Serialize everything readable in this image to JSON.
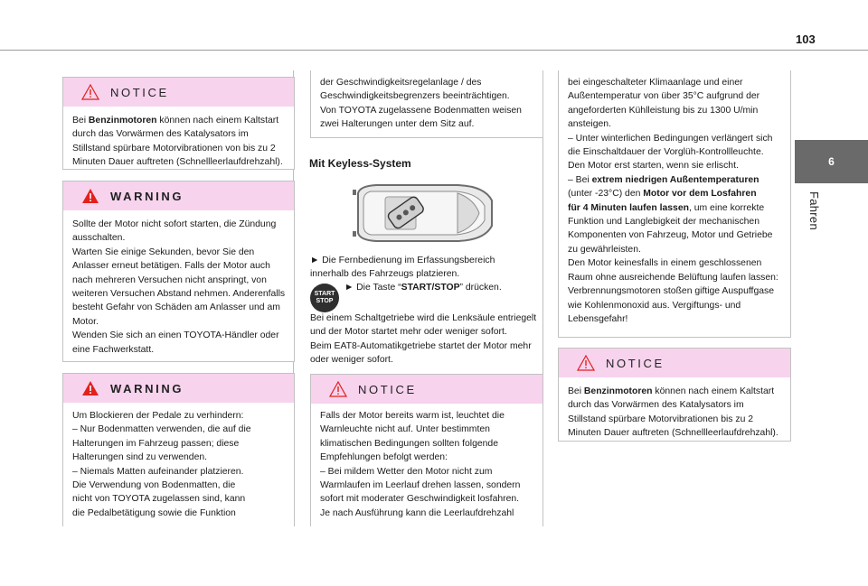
{
  "page": {
    "number": "103"
  },
  "chapter": {
    "tab_number": "6",
    "title": "Fahren"
  },
  "colors": {
    "notice_header": "#f7d3ee",
    "warning_triangle": "#e2211c",
    "tab_bg": "#6a6a6a"
  },
  "col1": {
    "notice": {
      "heading": "NOTICE",
      "line1_bold": "Benzinmotoren",
      "line1_pre": "Bei ",
      "line1_post": " können nach einem Kaltstart",
      "lines": [
        "durch das Vorwärmen des Katalysators im",
        "Stillstand spürbare Motorvibrationen von bis zu 2",
        "Minuten Dauer auftreten (Schnellleerlaufdrehzahl)."
      ]
    },
    "warning1": {
      "heading": "WARNING",
      "lines": [
        "Sollte der Motor nicht sofort starten, die Zündung",
        "ausschalten.",
        "Warten Sie einige Sekunden, bevor Sie den",
        "Anlasser erneut betätigen. Falls der Motor auch",
        "nach mehreren Versuchen nicht anspringt, von",
        "weiteren Versuchen Abstand nehmen. Anderenfalls",
        "besteht Gefahr von Schäden am Anlasser und am",
        "Motor.",
        "Wenden Sie sich an einen TOYOTA-Händler oder",
        "eine Fachwerkstatt."
      ]
    },
    "warning2": {
      "heading": "WARNING",
      "lines": [
        "Um Blockieren der Pedale zu verhindern:",
        "–  Nur Bodenmatten verwenden, die auf die",
        "Halterungen im Fahrzeug passen; diese",
        "Halterungen sind zu verwenden.",
        "–  Niemals Matten aufeinander platzieren.",
        "Die Verwendung von Bodenmatten, die",
        "nicht von TOYOTA zugelassen sind, kann",
        "die Pedalbetätigung sowie die Funktion"
      ]
    }
  },
  "col2": {
    "cont_box": {
      "lines": [
        "der Geschwindigkeitsregelanlage / des",
        "Geschwindigkeitsbegrenzers beeinträchtigen.",
        "Von TOYOTA zugelassene Bodenmatten weisen",
        "zwei Halterungen unter dem Sitz auf."
      ]
    },
    "section_title": "Mit Keyless-System",
    "figure_icon": "car-top-view-with-key-fob",
    "step1_lines": [
      "►  Die Fernbedienung im Erfassungsbereich",
      "innerhalb des Fahrzeugs platzieren."
    ],
    "start_button": {
      "line1": "START",
      "line2": "STOP"
    },
    "step2_pre": "►  Die Taste “",
    "step2_bold": "START/STOP",
    "step2_post": "” drücken.",
    "body_lines": [
      "Bei einem Schaltgetriebe wird die Lenksäule entriegelt",
      "und der Motor startet mehr oder weniger sofort.",
      "Beim EAT8-Automatikgetriebe startet der Motor mehr",
      "oder weniger sofort."
    ],
    "notice": {
      "heading": "NOTICE",
      "lines": [
        "Falls der Motor bereits warm ist, leuchtet die",
        "Warnleuchte nicht auf. Unter bestimmten",
        "klimatischen Bedingungen sollten folgende",
        "Empfehlungen befolgt werden:",
        "–  Bei mildem Wetter den Motor nicht zum",
        "Warmlaufen im Leerlauf drehen lassen, sondern",
        "sofort mit moderater Geschwindigkeit losfahren.",
        "Je nach Ausführung kann die Leerlaufdrehzahl"
      ]
    }
  },
  "col3": {
    "cont_box": {
      "lines_a": [
        "bei eingeschalteter Klimaanlage und einer",
        "Außentemperatur von über 35°C aufgrund der",
        "angeforderten Kühlleistung bis zu 1300 U/min",
        "ansteigen.",
        "–  Unter winterlichen Bedingungen verlängert sich",
        "die Einschaltdauer der Vorglüh-Kontrollleuchte.",
        "Den Motor erst starten, wenn sie erlischt."
      ],
      "line_b_pre": "–  Bei ",
      "line_b_bold": "extrem niedrigen Außentemperaturen",
      "line_c_pre": "(unter -23°C) den ",
      "line_c_bold": "Motor vor dem Losfahren",
      "line_d_bold": "für 4 Minuten laufen lassen",
      "line_d_post": ", um eine korrekte",
      "lines_e": [
        "Funktion und Langlebigkeit der mechanischen",
        "Komponenten von Fahrzeug, Motor und Getriebe",
        "zu gewährleisten.",
        "Den Motor keinesfalls in einem geschlossenen",
        "Raum ohne ausreichende Belüftung laufen lassen:",
        "Verbrennungsmotoren stoßen giftige Auspuffgase",
        "wie Kohlenmonoxid aus. Vergiftungs- und",
        "Lebensgefahr!"
      ]
    },
    "notice": {
      "heading": "NOTICE",
      "line1_pre": "Bei ",
      "line1_bold": "Benzinmotoren",
      "line1_post": " können nach einem Kaltstart",
      "lines": [
        "durch das Vorwärmen des Katalysators im",
        "Stillstand spürbare Motorvibrationen bis zu 2",
        "Minuten Dauer auftreten (Schnellleerlaufdrehzahl)."
      ]
    }
  }
}
